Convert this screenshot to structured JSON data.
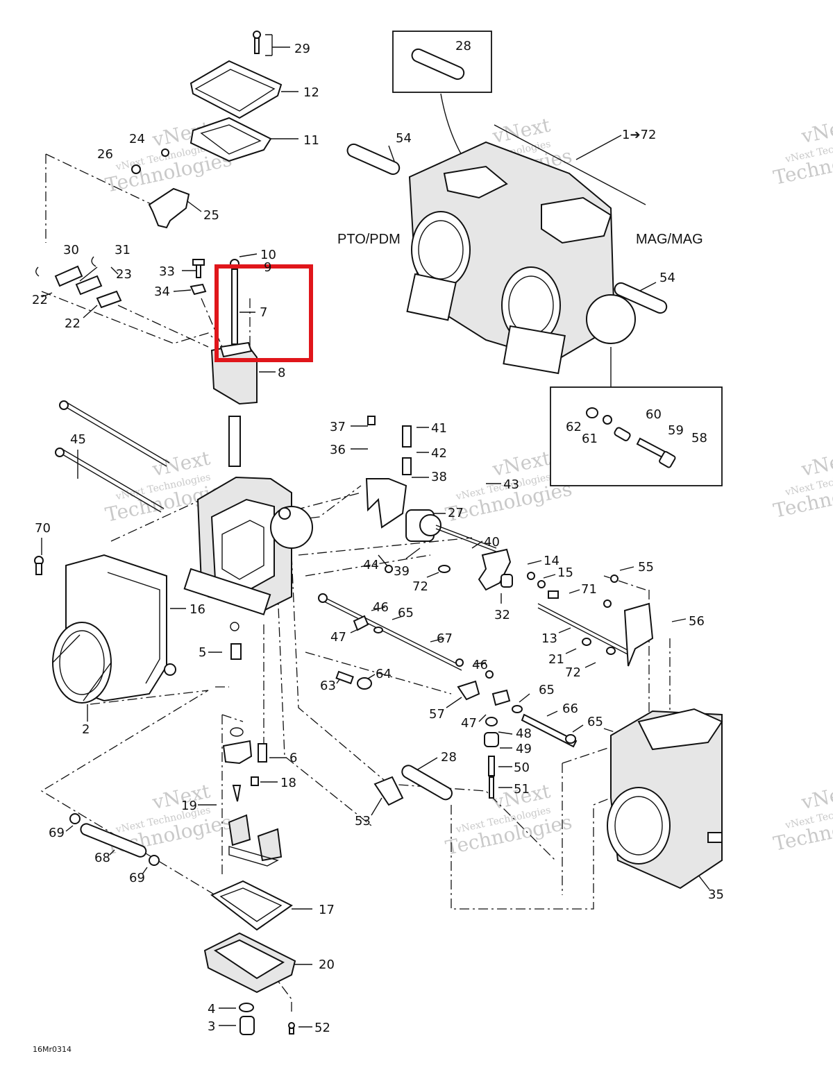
{
  "drawing_code": "16Mr0314",
  "side_labels": {
    "pto": "PTO/PDM",
    "mag": "MAG/MAG"
  },
  "assembly_range": "1➔72",
  "highlight_color": "#e0161b",
  "watermark": {
    "line1": "vNext",
    "line2": "vNext Technologies",
    "line3": "Technologies"
  },
  "callouts": {
    "c29": "29",
    "c12": "12",
    "c11": "11",
    "c24": "24",
    "c26": "26",
    "c25": "25",
    "c28a": "28",
    "c54a": "54",
    "c1to72": "1➔72",
    "c54b": "54",
    "c30": "30",
    "c31": "31",
    "c33": "33",
    "c10": "10",
    "c9": "9",
    "c23": "23",
    "c34": "34",
    "c22a": "22",
    "c22b": "22",
    "c7": "7",
    "c8": "8",
    "c62": "62",
    "c60": "60",
    "c61": "61",
    "c59": "59",
    "c58": "58",
    "c45": "45",
    "c37": "37",
    "c41": "41",
    "c36": "36",
    "c42": "42",
    "c38": "38",
    "c43": "43",
    "c27": "27",
    "c70": "70",
    "c44": "44",
    "c40": "40",
    "c39": "39",
    "c72a": "72",
    "c14": "14",
    "c15": "15",
    "c55": "55",
    "c71": "71",
    "c16": "16",
    "c32": "32",
    "c46a": "46",
    "c65a": "65",
    "c47a": "47",
    "c56": "56",
    "c13": "13",
    "c67": "67",
    "c21": "21",
    "c72b": "72",
    "c5": "5",
    "c46b": "46",
    "c63": "63",
    "c64": "64",
    "c65b": "65",
    "c2": "2",
    "c57": "57",
    "c66": "66",
    "c47b": "47",
    "c65c": "65",
    "c48": "48",
    "c49": "49",
    "c6": "6",
    "c28b": "28",
    "c50": "50",
    "c18": "18",
    "c51": "51",
    "c19": "19",
    "c53": "53",
    "c69a": "69",
    "c68": "68",
    "c69b": "69",
    "c35": "35",
    "c17": "17",
    "c20": "20",
    "c4": "4",
    "c3": "3",
    "c52": "52"
  }
}
